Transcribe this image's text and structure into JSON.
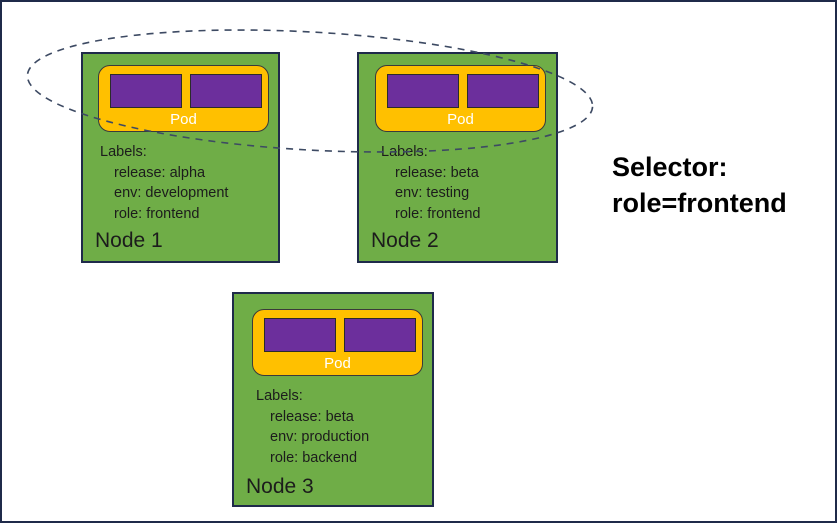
{
  "diagram": {
    "title_caption": {
      "line1": "Selector:",
      "line2": "role=frontend"
    },
    "selection_shape": {
      "name": "dashed-ellipse",
      "stroke_color": "#3d4a63",
      "dash": "dashed",
      "encloses": [
        "Node 1 Pod",
        "Node 2 Pod"
      ]
    },
    "colors": {
      "node_fill": "#6fad47",
      "node_border": "#1f2a4a",
      "pod_fill": "#ffc000",
      "container_fill": "#6c2f9c",
      "canvas_border": "#1f2a4a",
      "text": "#1c1c1c"
    },
    "nodes": [
      {
        "id": "node-1",
        "name": "Node 1",
        "pod": {
          "label": "Pod",
          "containers": [
            "container-a",
            "container-b"
          ]
        },
        "labels_title": "Labels:",
        "labels": [
          "release: alpha",
          "env: development",
          "role: frontend"
        ]
      },
      {
        "id": "node-2",
        "name": "Node 2",
        "pod": {
          "label": "Pod",
          "containers": [
            "container-a",
            "container-b"
          ]
        },
        "labels_title": "Labels:",
        "labels": [
          "release: beta",
          "env: testing",
          "role: frontend"
        ]
      },
      {
        "id": "node-3",
        "name": "Node 3",
        "pod": {
          "label": "Pod",
          "containers": [
            "container-a",
            "container-b"
          ]
        },
        "labels_title": "Labels:",
        "labels": [
          "release: beta",
          "env: production",
          "role: backend"
        ]
      }
    ]
  }
}
